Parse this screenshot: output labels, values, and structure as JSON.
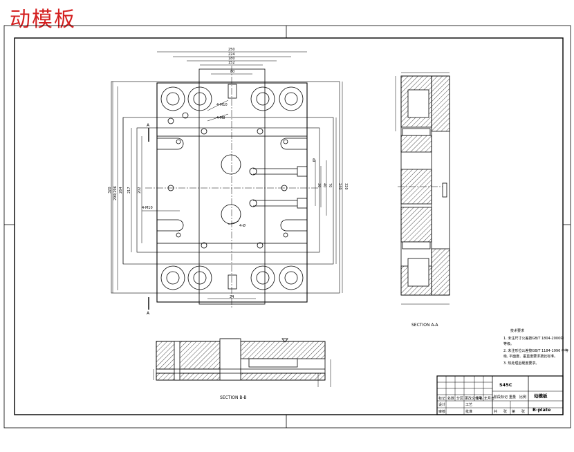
{
  "header": {
    "title": "动模板",
    "title_color": "#d42020"
  },
  "views": {
    "section_aa": "SECTION A-A",
    "section_bb": "SECTION B-B"
  },
  "marks": {
    "cut_a_top": "A",
    "cut_a_bottom": "A",
    "cut_b": "B"
  },
  "dimensions": {
    "top": [
      "250",
      "224",
      "180",
      "152",
      "80"
    ],
    "left": [
      "320",
      "290/296",
      "264",
      "217",
      "202"
    ],
    "right": [
      "320",
      "240",
      "30",
      "40",
      "70"
    ],
    "bottom": [
      "24"
    ],
    "callouts": [
      "4-M10",
      "4-M8",
      "4-Ø",
      "4-M10"
    ]
  },
  "notes": {
    "title": "技术要求",
    "items": [
      "1. 未注尺寸公差按GB/T 1804-2000中",
      "   等级。",
      "2. 未注形位公差按GB/T 1184-1996 中等",
      "   级, 平面度、垂直度要求按此标准。",
      "3. 热处理后硬度要求。"
    ]
  },
  "title_block": {
    "material": "S45C",
    "part_name": "动模板",
    "part_name_en": "B-plate",
    "headers": [
      "标记",
      "处数",
      "分区",
      "更改文件号",
      "签名",
      "年月日"
    ],
    "role_labels": [
      "设计",
      "审核",
      "工艺",
      "批准"
    ],
    "scale_headers": [
      "阶段标记",
      "重量",
      "比例"
    ],
    "sheet_labels": [
      "共",
      "张",
      "第",
      "张"
    ]
  },
  "colors": {
    "line": "#000000",
    "accent": "#d42020"
  }
}
